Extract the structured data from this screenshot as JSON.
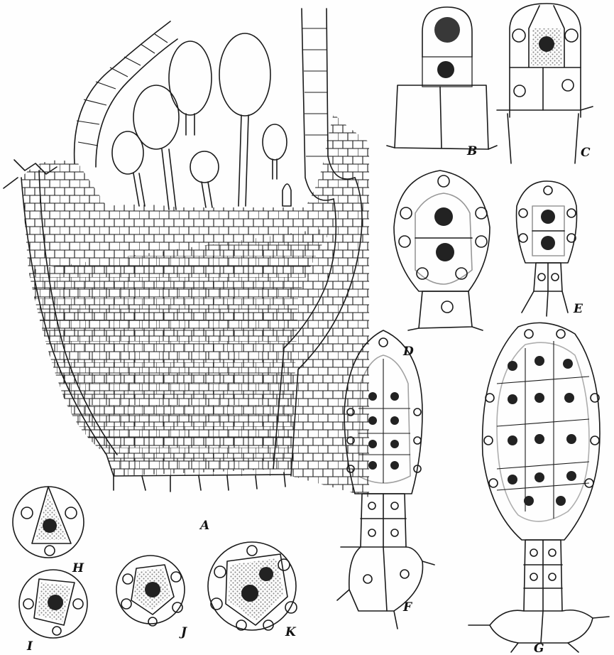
{
  "figure": {
    "labels": [
      "A",
      "B",
      "C",
      "D",
      "E",
      "F",
      "G",
      "H",
      "I",
      "J",
      "K"
    ]
  }
}
